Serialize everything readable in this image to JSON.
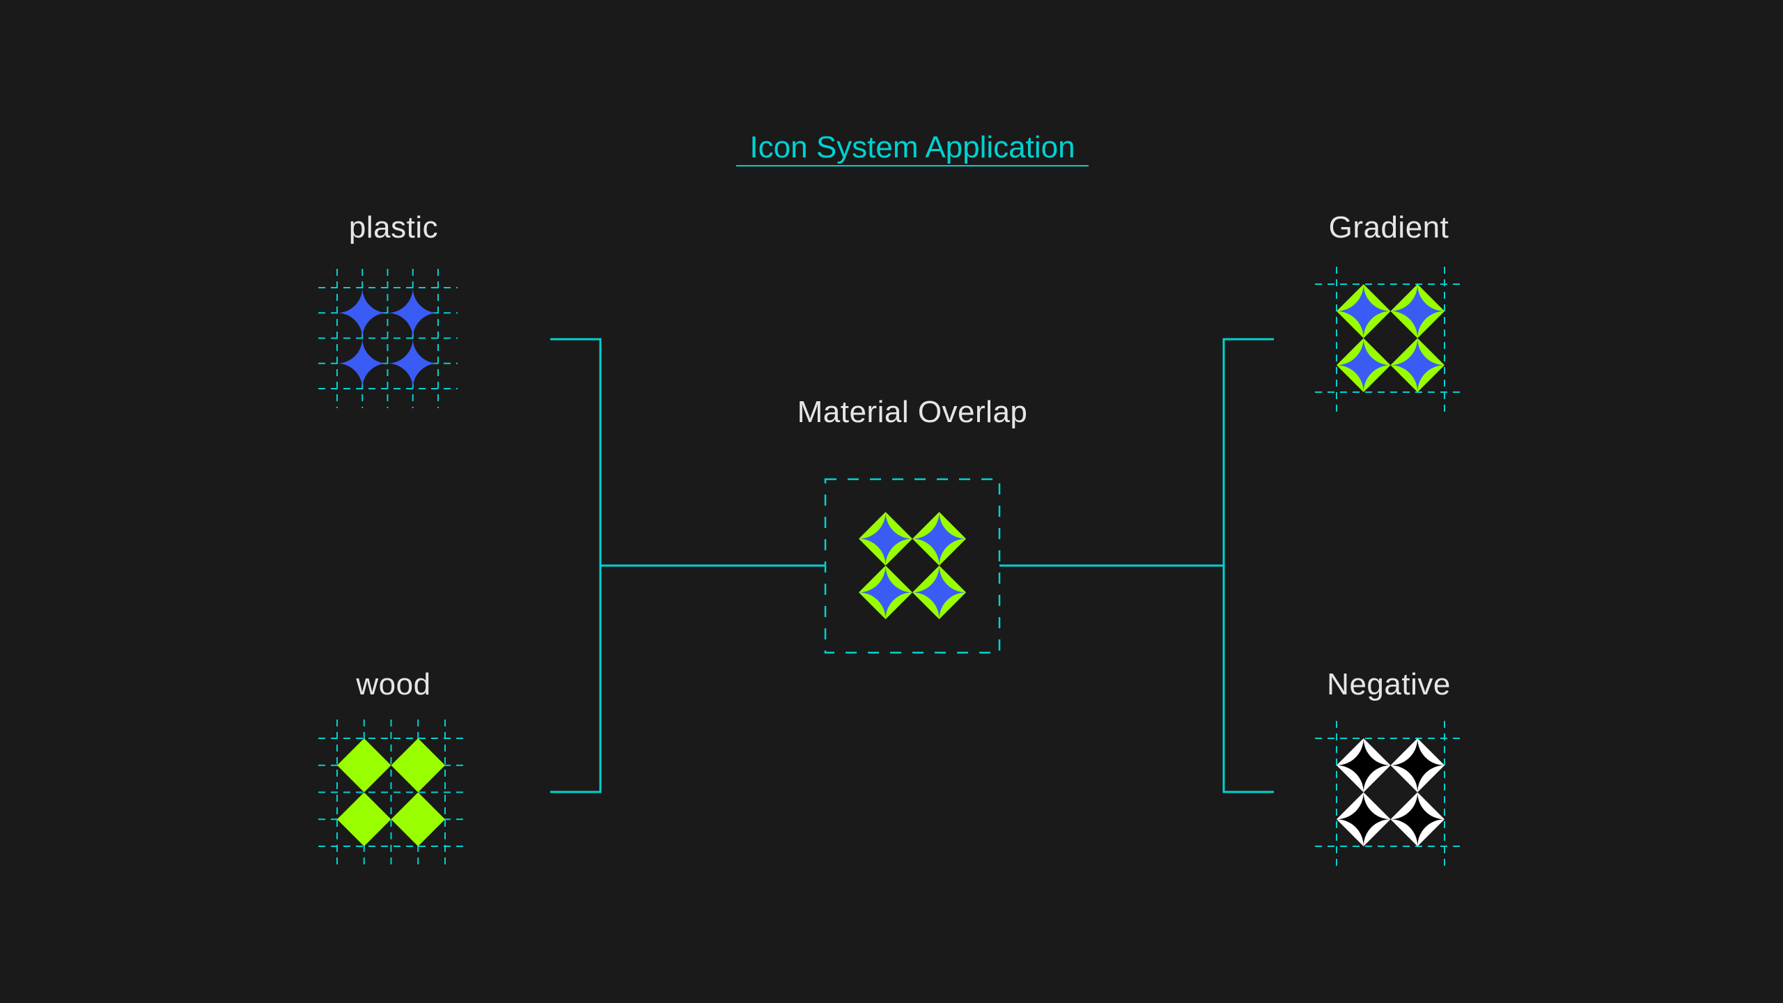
{
  "title": "Icon System Application",
  "center_label": "Material Overlap",
  "materials": {
    "plastic": "plastic",
    "wood": "wood",
    "gradient": "Gradient",
    "negative": "Negative"
  },
  "colors": {
    "background": "#1a1a1a",
    "accent": "#00d2d2",
    "blue": "#3a5cf5",
    "lime": "#99ff00",
    "white": "#ffffff",
    "black": "#000000"
  }
}
